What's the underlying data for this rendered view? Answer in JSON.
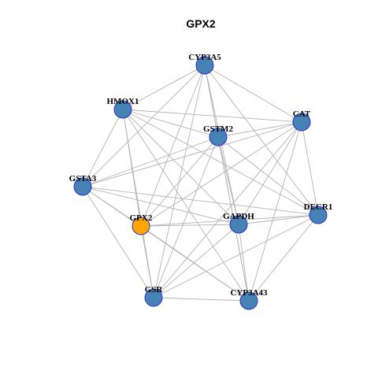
{
  "title": "GPX2",
  "colors": {
    "node_fill": "#4682b4",
    "highlight_fill": "#ffa500",
    "node_border": "#2a32c8",
    "edge": "#b3b3b3"
  },
  "nodes": [
    {
      "id": "CYP3A5",
      "label": "CYP3A5",
      "highlight": false
    },
    {
      "id": "HMOX1",
      "label": "HMOX1",
      "highlight": false
    },
    {
      "id": "CAT",
      "label": "CAT",
      "highlight": false
    },
    {
      "id": "GSTM2",
      "label": "GSTM2",
      "highlight": false
    },
    {
      "id": "GSTA3",
      "label": "GSTA3",
      "highlight": false
    },
    {
      "id": "DECR1",
      "label": "DECR1",
      "highlight": false
    },
    {
      "id": "GPX2",
      "label": "GPX2",
      "highlight": true
    },
    {
      "id": "GAPDH",
      "label": "GAPDH",
      "highlight": false
    },
    {
      "id": "GSR",
      "label": "GSR",
      "highlight": false
    },
    {
      "id": "CYP3A43",
      "label": "CYP3A43",
      "highlight": false
    }
  ],
  "edges": [
    [
      "CYP3A5",
      "HMOX1"
    ],
    [
      "CYP3A5",
      "CAT"
    ],
    [
      "CYP3A5",
      "GSTM2"
    ],
    [
      "CYP3A5",
      "GSTA3"
    ],
    [
      "CYP3A5",
      "DECR1"
    ],
    [
      "CYP3A5",
      "GPX2"
    ],
    [
      "CYP3A5",
      "GAPDH"
    ],
    [
      "CYP3A5",
      "GSR"
    ],
    [
      "CYP3A5",
      "CYP3A43"
    ],
    [
      "HMOX1",
      "CAT"
    ],
    [
      "HMOX1",
      "GSTM2"
    ],
    [
      "HMOX1",
      "GSTA3"
    ],
    [
      "HMOX1",
      "DECR1"
    ],
    [
      "HMOX1",
      "GPX2"
    ],
    [
      "HMOX1",
      "GAPDH"
    ],
    [
      "HMOX1",
      "GSR"
    ],
    [
      "HMOX1",
      "CYP3A43"
    ],
    [
      "CAT",
      "GSTM2"
    ],
    [
      "CAT",
      "GSTA3"
    ],
    [
      "CAT",
      "DECR1"
    ],
    [
      "CAT",
      "GPX2"
    ],
    [
      "CAT",
      "GAPDH"
    ],
    [
      "CAT",
      "GSR"
    ],
    [
      "CAT",
      "CYP3A43"
    ],
    [
      "GSTM2",
      "GSTA3"
    ],
    [
      "GSTM2",
      "DECR1"
    ],
    [
      "GSTM2",
      "GPX2"
    ],
    [
      "GSTM2",
      "GAPDH"
    ],
    [
      "GSTM2",
      "GSR"
    ],
    [
      "GSTM2",
      "CYP3A43"
    ],
    [
      "GSTA3",
      "DECR1"
    ],
    [
      "GSTA3",
      "GPX2"
    ],
    [
      "GSTA3",
      "GAPDH"
    ],
    [
      "GSTA3",
      "GSR"
    ],
    [
      "GSTA3",
      "CYP3A43"
    ],
    [
      "DECR1",
      "GPX2"
    ],
    [
      "DECR1",
      "GAPDH"
    ],
    [
      "DECR1",
      "GSR"
    ],
    [
      "DECR1",
      "CYP3A43"
    ],
    [
      "GPX2",
      "GAPDH"
    ],
    [
      "GPX2",
      "GSR"
    ],
    [
      "GPX2",
      "CYP3A43"
    ],
    [
      "GAPDH",
      "GSR"
    ],
    [
      "GAPDH",
      "CYP3A43"
    ],
    [
      "GSR",
      "CYP3A43"
    ]
  ]
}
